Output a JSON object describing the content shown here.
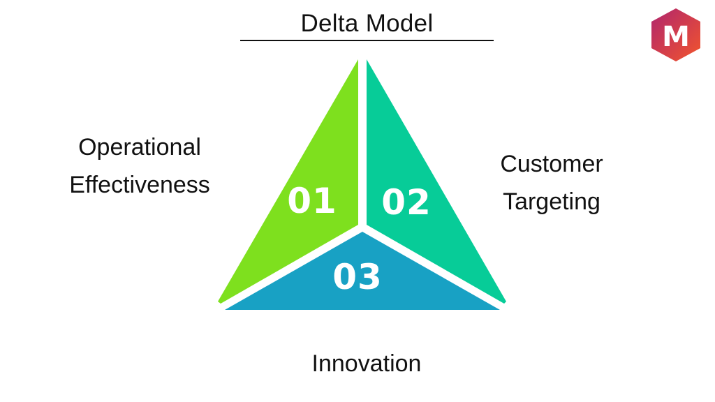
{
  "title": "Delta Model",
  "segments": [
    {
      "number": "01",
      "label": "Operational Effectiveness",
      "label_lines": [
        "Operational",
        "Effectiveness"
      ],
      "color": "#7EE01E"
    },
    {
      "number": "02",
      "label": "Customer Targeting",
      "label_lines": [
        "Customer",
        "Targeting"
      ],
      "color": "#07CC98"
    },
    {
      "number": "03",
      "label": "Innovation",
      "label_lines": [
        "Innovation"
      ],
      "color": "#18A1C4"
    }
  ],
  "logo": {
    "letter": "M",
    "gradient_start": "#B0256E",
    "gradient_end": "#F2552C"
  }
}
